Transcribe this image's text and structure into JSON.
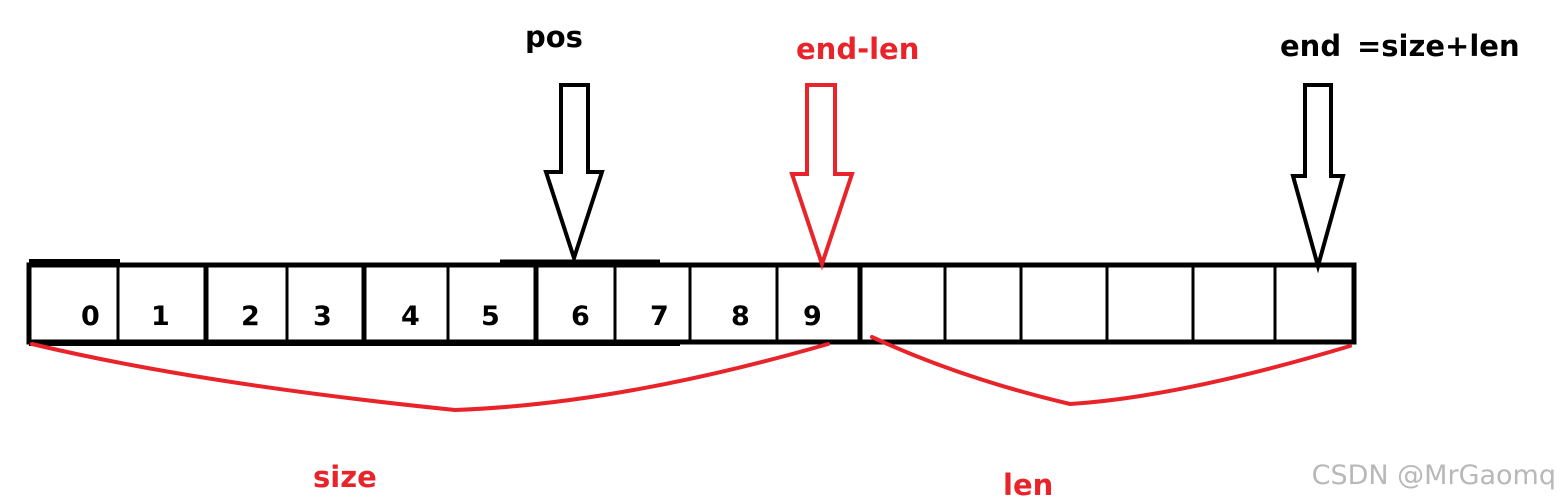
{
  "labels": {
    "pos": "pos",
    "end_len": "end-len",
    "end": "end",
    "end_formula": "=size+len",
    "size": "size",
    "len": "len"
  },
  "cells": [
    "0",
    "1",
    "2",
    "3",
    "4",
    "5",
    "6",
    "7",
    "8",
    "9",
    "",
    "",
    "",
    "",
    "",
    ""
  ],
  "watermark": "CSDN @MrGaomq",
  "colors": {
    "ink": "#000000",
    "accent": "#e8232a",
    "watermark": "#b8b8b8"
  },
  "icons": [
    "down-arrow-icon",
    "curly-brace-icon"
  ]
}
